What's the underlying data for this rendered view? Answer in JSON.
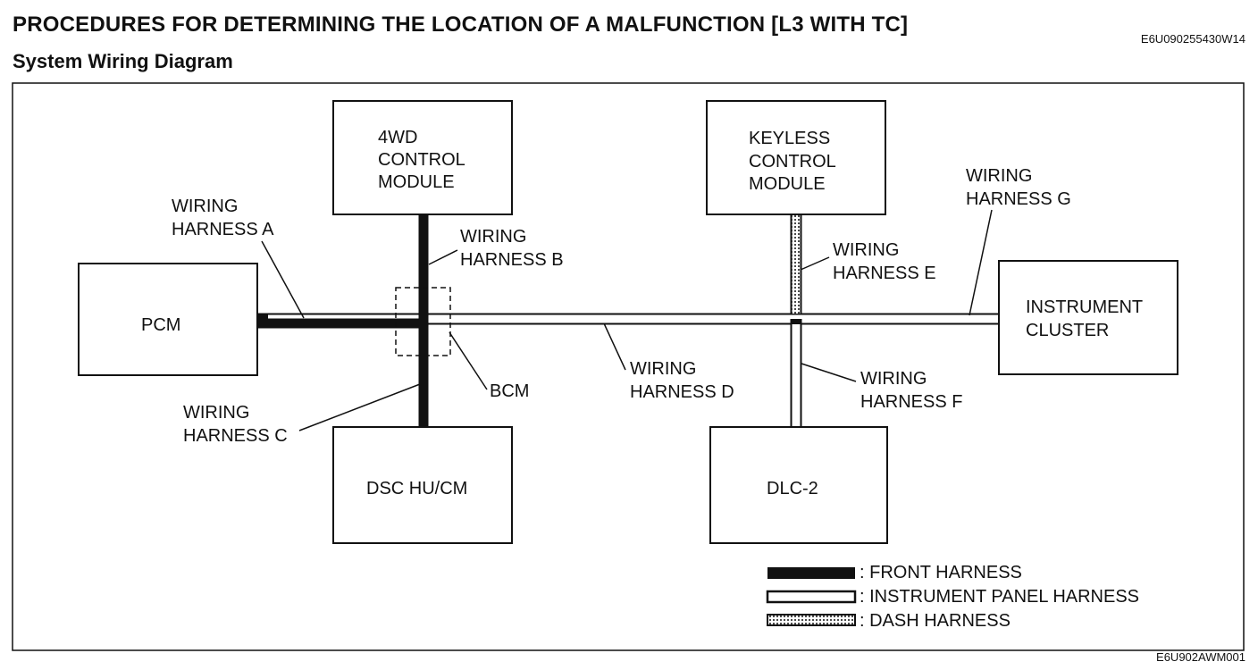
{
  "header": {
    "title": "PROCEDURES FOR DETERMINING THE LOCATION OF A MALFUNCTION [L3 WITH TC]",
    "subtitle": "System Wiring Diagram",
    "ref_code": "E6U090255430W14"
  },
  "footer": {
    "figure_code": "E6U902AWM001"
  },
  "modules": {
    "fourwd": [
      "4WD",
      "CONTROL",
      "MODULE"
    ],
    "keyless": [
      "KEYLESS",
      "CONTROL",
      "MODULE"
    ],
    "pcm": "PCM",
    "instrument": [
      "INSTRUMENT",
      "CLUSTER"
    ],
    "dsc": "DSC HU/CM",
    "dlc": "DLC-2",
    "bcm": "BCM"
  },
  "harness_labels": {
    "a": [
      "WIRING",
      "HARNESS A"
    ],
    "b": [
      "WIRING",
      "HARNESS B"
    ],
    "c": [
      "WIRING",
      "HARNESS C"
    ],
    "d": [
      "WIRING",
      "HARNESS D"
    ],
    "e": [
      "WIRING",
      "HARNESS E"
    ],
    "f": [
      "WIRING",
      "HARNESS F"
    ],
    "g": [
      "WIRING",
      "HARNESS G"
    ]
  },
  "legend": {
    "front": ": FRONT HARNESS",
    "instrument_panel": ": INSTRUMENT PANEL HARNESS",
    "dash": ": DASH HARNESS"
  },
  "colors": {
    "ink": "#111111",
    "background": "#ffffff"
  }
}
